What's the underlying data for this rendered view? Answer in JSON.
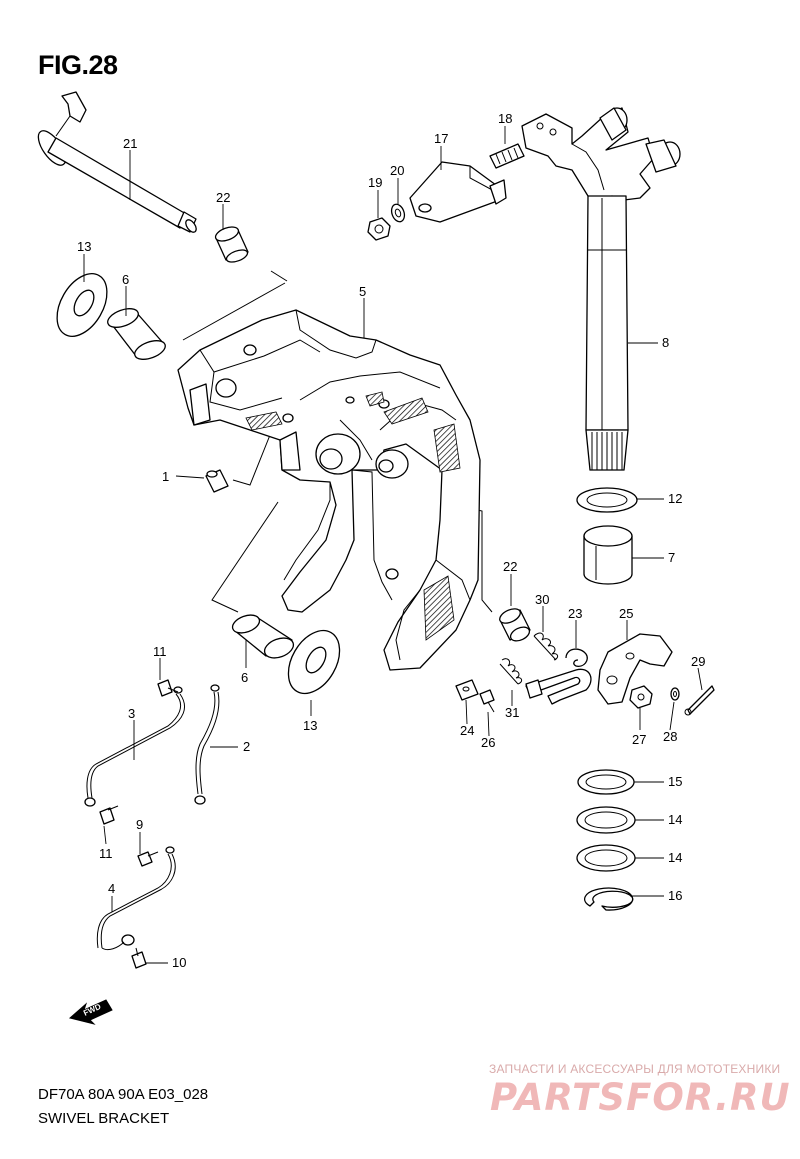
{
  "figure": {
    "title": "FIG.28",
    "model_code": "DF70A 80A 90A E03_028",
    "section_name": "SWIVEL BRACKET"
  },
  "watermark": {
    "caption": "ЗАПЧАСТИ И АКСЕССУАРЫ ДЛЯ МОТОТЕХНИКИ",
    "logo": "PARTSFOR.RU"
  },
  "direction_marker": "FWD",
  "callouts": [
    {
      "id": "c21",
      "label": "21"
    },
    {
      "id": "c22a",
      "label": "22"
    },
    {
      "id": "c13a",
      "label": "13"
    },
    {
      "id": "c6a",
      "label": "6"
    },
    {
      "id": "c5",
      "label": "5"
    },
    {
      "id": "c17",
      "label": "17"
    },
    {
      "id": "c18",
      "label": "18"
    },
    {
      "id": "c19",
      "label": "19"
    },
    {
      "id": "c20",
      "label": "20"
    },
    {
      "id": "c8",
      "label": "8"
    },
    {
      "id": "c1",
      "label": "1"
    },
    {
      "id": "c12",
      "label": "12"
    },
    {
      "id": "c7",
      "label": "7"
    },
    {
      "id": "c22b",
      "label": "22"
    },
    {
      "id": "c30",
      "label": "30"
    },
    {
      "id": "c23",
      "label": "23"
    },
    {
      "id": "c25",
      "label": "25"
    },
    {
      "id": "c29",
      "label": "29"
    },
    {
      "id": "c6b",
      "label": "6"
    },
    {
      "id": "c13b",
      "label": "13"
    },
    {
      "id": "c11a",
      "label": "11"
    },
    {
      "id": "c3",
      "label": "3"
    },
    {
      "id": "c2",
      "label": "2"
    },
    {
      "id": "c24",
      "label": "24"
    },
    {
      "id": "c26",
      "label": "26"
    },
    {
      "id": "c31",
      "label": "31"
    },
    {
      "id": "c27",
      "label": "27"
    },
    {
      "id": "c28",
      "label": "28"
    },
    {
      "id": "c15",
      "label": "15"
    },
    {
      "id": "c14a",
      "label": "14"
    },
    {
      "id": "c14b",
      "label": "14"
    },
    {
      "id": "c16",
      "label": "16"
    },
    {
      "id": "c9",
      "label": "9"
    },
    {
      "id": "c11b",
      "label": "11"
    },
    {
      "id": "c4",
      "label": "4"
    },
    {
      "id": "c10",
      "label": "10"
    }
  ]
}
